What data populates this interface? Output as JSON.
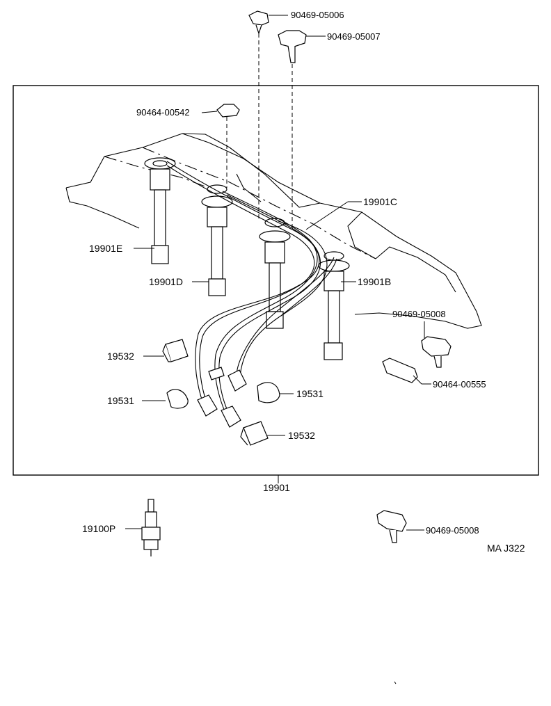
{
  "diagram": {
    "callouts": {
      "clamp_top_1": "90469-05006",
      "clamp_top_2": "90469-05007",
      "clamp_inner": "90464-00542",
      "cord_c": "19901C",
      "cord_e": "19901E",
      "cord_d": "19901D",
      "cord_b": "19901B",
      "clamp_right_1": "90469-05008",
      "clamp_right_2": "90464-00555",
      "boot_upper_left": "19532",
      "boot_lower_left": "19531",
      "boot_right": "19531",
      "boot_lower_right": "19532",
      "cord_set": "19901",
      "spark_plug": "19100P",
      "clamp_bottom": "90469-05008"
    },
    "reference_code": "MA J322"
  }
}
